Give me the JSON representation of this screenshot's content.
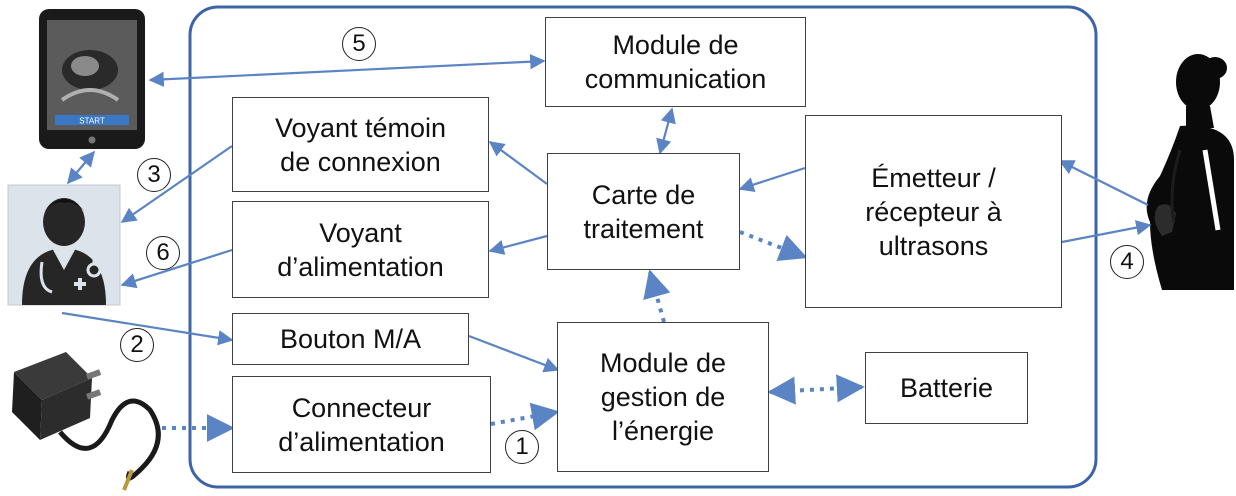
{
  "blocks": {
    "module_communication": "Module de\ncommunication",
    "voyant_connexion": "Voyant témoin\nde connexion",
    "carte_traitement": "Carte de\ntraitement",
    "emetteur_recepteur": "Émetteur /\nrécepteur à\nultrasons",
    "voyant_alimentation": "Voyant\nd’alimentation",
    "bouton": "Bouton M/A",
    "module_energie": "Module de\ngestion de\nl’énergie",
    "batterie": "Batterie",
    "connecteur": "Connecteur\nd’alimentation"
  },
  "markers": {
    "m1": "1",
    "m2": "2",
    "m3": "3",
    "m4": "4",
    "m5": "5",
    "m6": "6"
  },
  "tablet": {
    "screen_button": "START"
  },
  "colors": {
    "arrow": "#5b84c4",
    "frame": "#3d64a8",
    "box_border": "#404040",
    "silhouette": "#0a0a0a",
    "doctor_bg": "#dde3ea"
  },
  "icons": [
    "tablet-icon",
    "doctor-icon",
    "charger-icon",
    "pregnant-woman-icon"
  ]
}
